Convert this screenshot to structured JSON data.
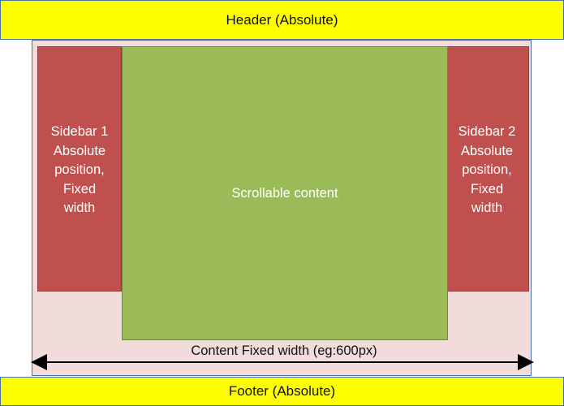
{
  "header": {
    "label": "Header (Absolute)"
  },
  "footer": {
    "label": "Footer (Absolute)"
  },
  "sidebar1": {
    "label": "Sidebar 1\nAbsolute\nposition,\nFixed\nwidth"
  },
  "sidebar2": {
    "label": "Sidebar 2\nAbsolute\nposition,\nFixed\nwidth"
  },
  "main": {
    "label": "Scrollable content"
  },
  "dimension": {
    "label": "Content Fixed width (eg:600px)"
  },
  "colors": {
    "header_footer": "#ffff00",
    "content_area": "#f2dcdb",
    "sidebar": "#c0504d",
    "main": "#9bbb59",
    "border": "#4a6fa5"
  }
}
